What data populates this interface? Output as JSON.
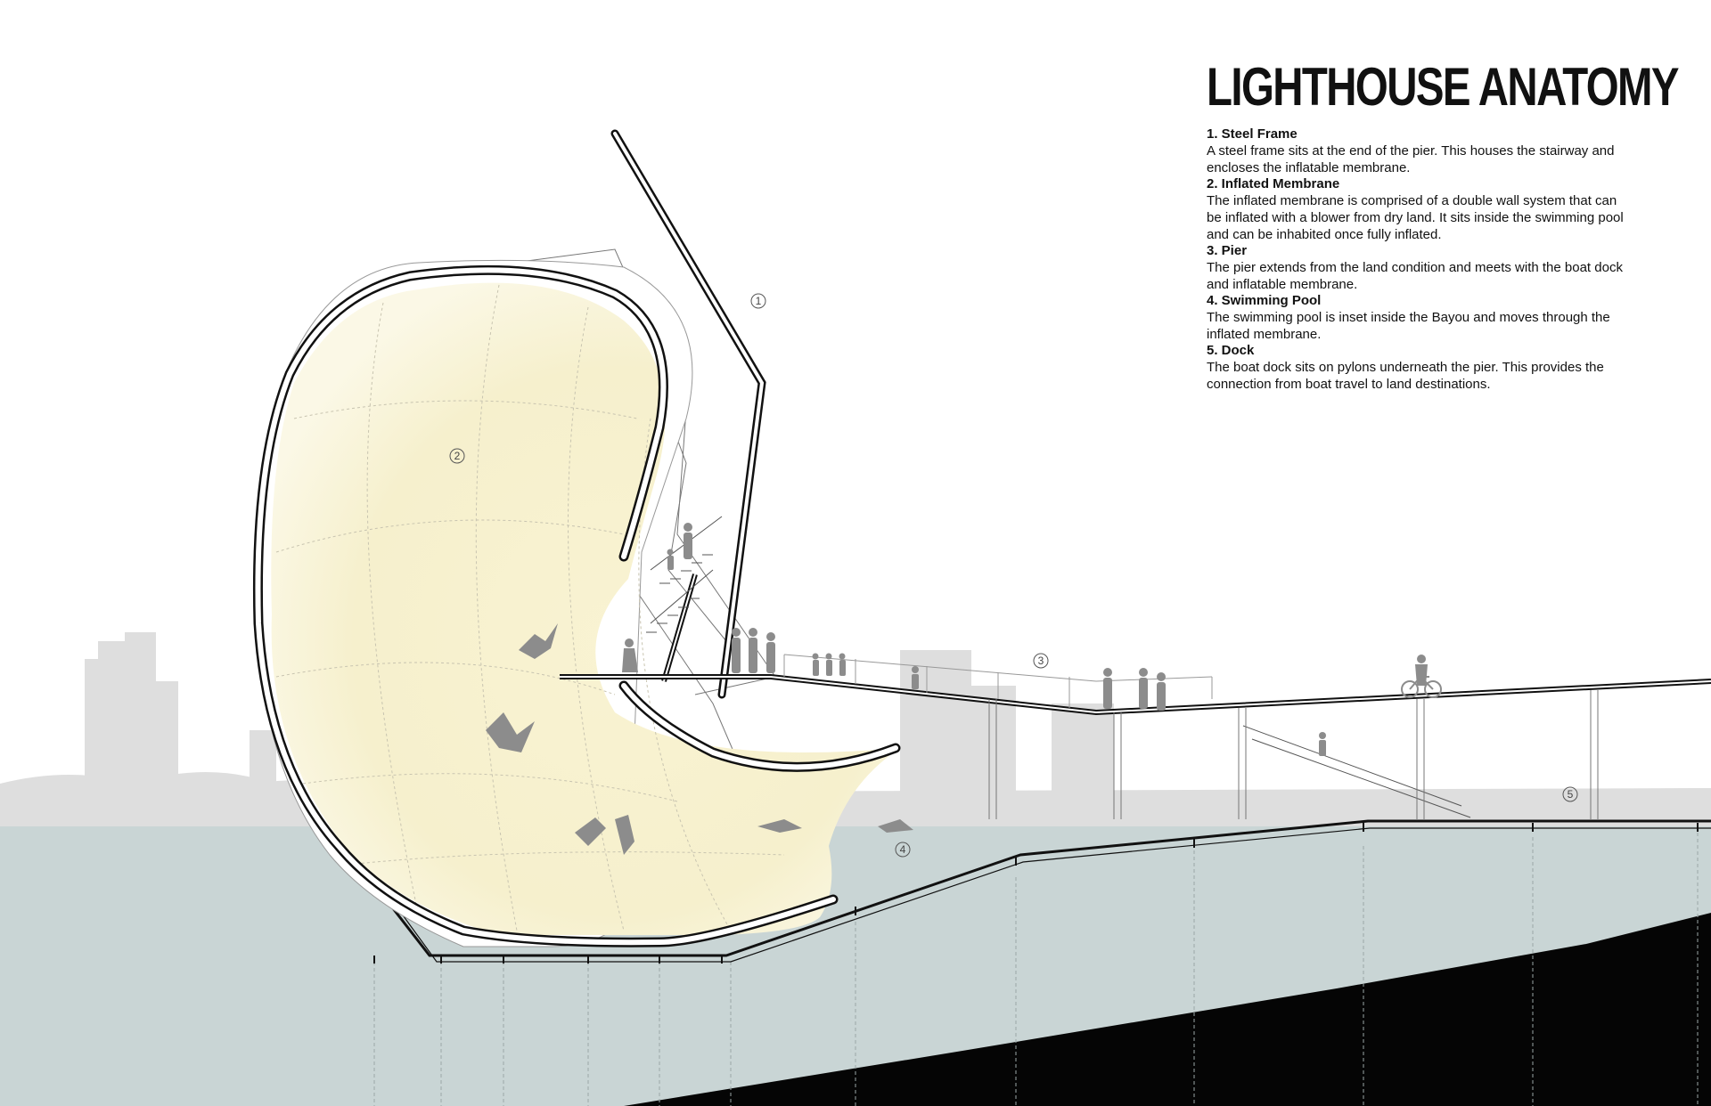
{
  "legend": {
    "title": "LIGHTHOUSE ANATOMY",
    "items": [
      {
        "title": "1. Steel Frame",
        "text": "A steel frame sits at the end of the pier. This houses the stairway and encloses the inflatable membrane."
      },
      {
        "title": "2. Inflated Membrane",
        "text": "The inflated membrane is comprised of a double wall system that can be inflated with a blower from dry land. It sits inside the swimming pool and can be inhabited once fully inflated."
      },
      {
        "title": "3. Pier",
        "text": "The pier extends from the land condition and meets with the boat dock and inflatable membrane."
      },
      {
        "title": "4. Swimming Pool",
        "text": "The swimming pool is inset inside the Bayou and moves through the inflated membrane."
      },
      {
        "title": "5. Dock",
        "text": "The boat dock sits on pylons underneath the pier. This provides the connection from boat travel to land destinations."
      }
    ]
  },
  "callouts": [
    "1",
    "2",
    "3",
    "4",
    "5"
  ],
  "colors": {
    "water": "#c9d5d5",
    "membrane": "#f7f1cf",
    "ink": "#111111",
    "figures": "#8c8c8c",
    "skyline": "#dcdcdc",
    "ground": "#050505"
  }
}
